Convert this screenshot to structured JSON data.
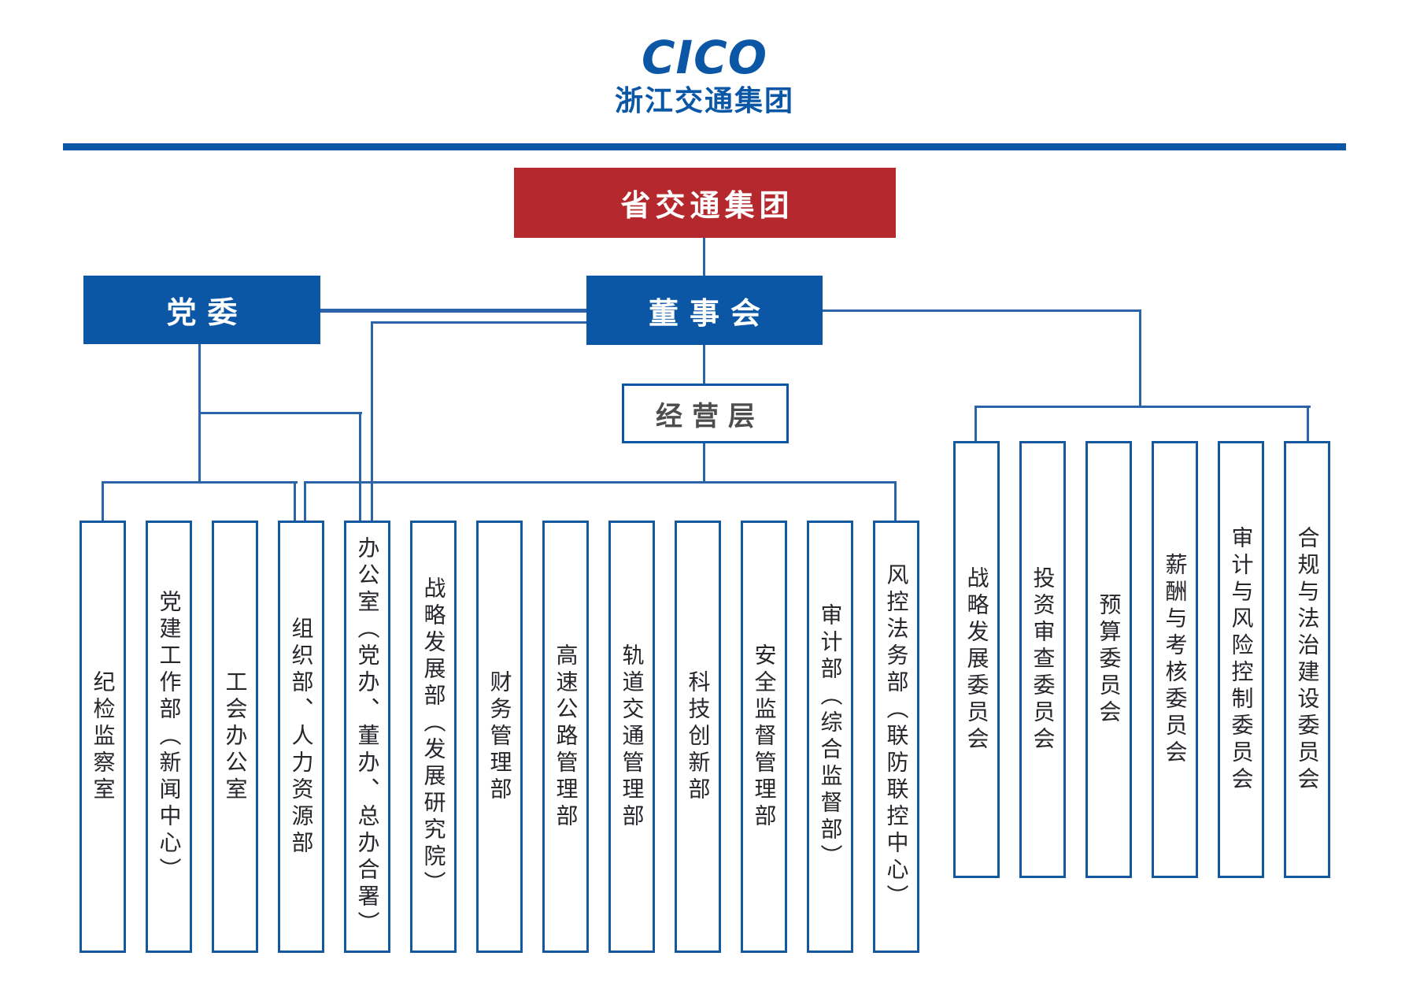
{
  "logo": {
    "brand": "CICO",
    "subtitle": "浙江交通集团"
  },
  "nodes": {
    "parent_group": "省交通集团",
    "party_committee": "党委",
    "board": "董事会",
    "management": "经营层"
  },
  "departments": [
    "纪检监察室",
    "党建工作部（新闻中心）",
    "工会办公室",
    "组织部、人力资源部",
    "办公室（党办、董办、总办合署）",
    "战略发展部（发展研究院）",
    "财务管理部",
    "高速公路管理部",
    "轨道交通管理部",
    "科技创新部",
    "安全监督管理部",
    "审计部（综合监督部）",
    "风控法务部（联防联控中心）"
  ],
  "committees": [
    "战略发展委员会",
    "投资审查委员会",
    "预算委员会",
    "薪酬与考核委员会",
    "审计与风险控制委员会",
    "合规与法治建设委员会"
  ],
  "colors": {
    "brand_blue": "#0B57A6",
    "box_red": "#B5292E",
    "line_blue": "#2B64A8",
    "border_blue": "#1458A0"
  }
}
